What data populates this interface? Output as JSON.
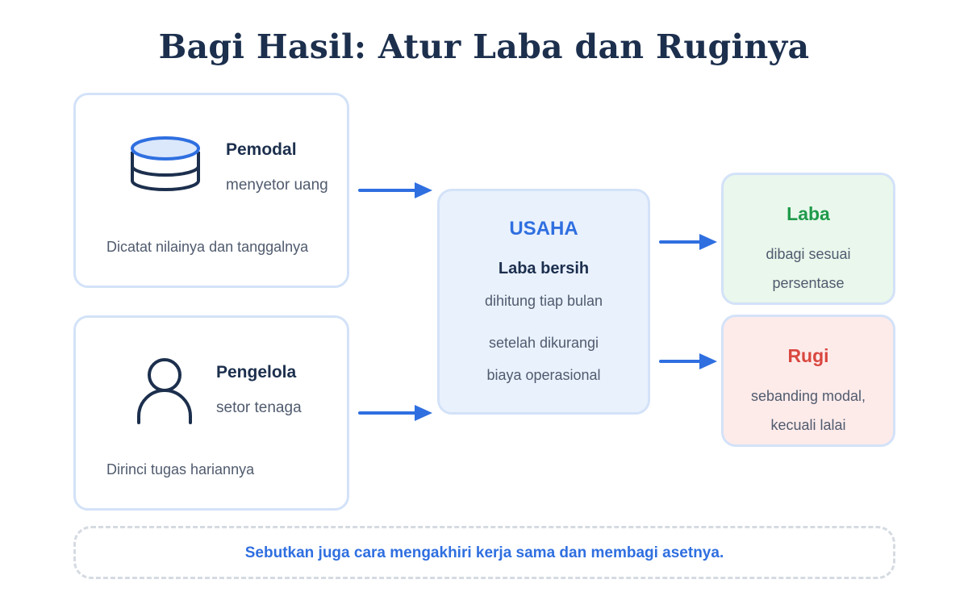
{
  "title": "Bagi Hasil: Atur Laba dan Ruginya",
  "pemodal": {
    "name": "Pemodal",
    "action": "menyetor uang",
    "note": "Dicatat nilainya dan tanggalnya",
    "icon": "coin-stack-icon"
  },
  "pengelola": {
    "name": "Pengelola",
    "action": "setor tenaga",
    "note": "Dirinci tugas hariannya",
    "icon": "person-icon"
  },
  "usaha": {
    "title": "USAHA",
    "subtitle": "Laba bersih",
    "lines": [
      "dihitung tiap bulan",
      "setelah dikurangi",
      "biaya operasional"
    ]
  },
  "laba": {
    "title": "Laba",
    "lines": [
      "dibagi sesuai",
      "persentase"
    ]
  },
  "rugi": {
    "title": "Rugi",
    "lines": [
      "sebanding modal,",
      "kecuali lalai"
    ]
  },
  "footer_note": "Sebutkan juga cara mengakhiri kerja sama dan membagi asetnya.",
  "colors": {
    "accent_blue": "#2f6fe0",
    "title_navy": "#1c2f4d",
    "laba_green": "#1f9a4a",
    "rugi_red": "#d9473f",
    "card_border": "#d3e2f8"
  }
}
